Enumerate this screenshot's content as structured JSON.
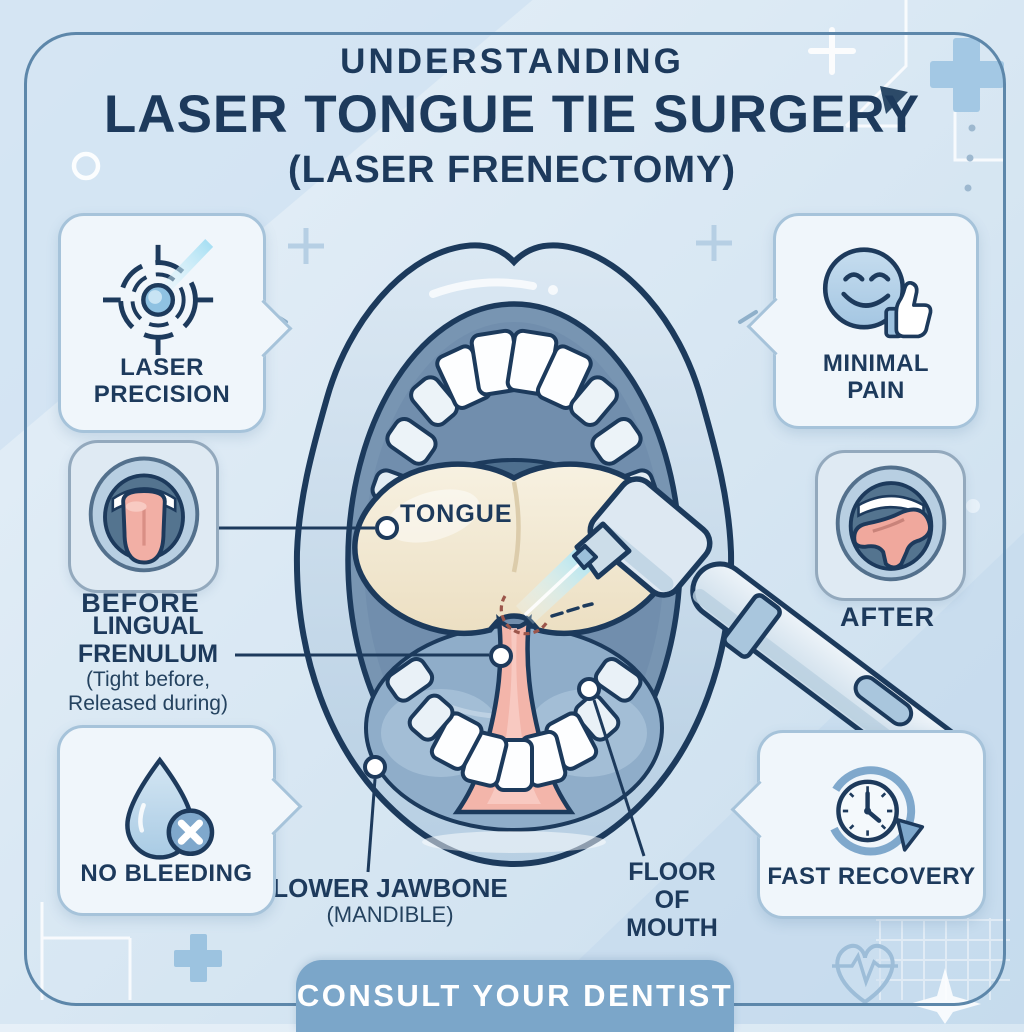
{
  "title": {
    "line1": "UNDERSTANDING",
    "line2": "LASER TONGUE TIE SURGERY",
    "line3": "(LASER FRENECTOMY)"
  },
  "callouts": {
    "laser_precision": {
      "label": "LASER PRECISION",
      "icon": "laser-target"
    },
    "minimal_pain": {
      "label": "MINIMAL PAIN",
      "icon": "smiley-thumbs-up"
    },
    "no_bleeding": {
      "label": "NO BLEEDING",
      "icon": "droplet-crossed"
    },
    "fast_recovery": {
      "label": "FAST RECOVERY",
      "icon": "clock-recovery-arrow"
    },
    "before": {
      "label": "BEFORE",
      "icon": "mouth-tongue-down"
    },
    "after": {
      "label": "AFTER",
      "icon": "mouth-tongue-lifted"
    }
  },
  "anatomy_labels": {
    "tongue": "TONGUE",
    "lingual_frenulum": {
      "title": "LINGUAL FRENULUM",
      "subtitle": "(Tight before, Released during)"
    },
    "lower_jawbone": {
      "title": "LOWER JAWBONE",
      "subtitle": "(MANDIBLE)"
    },
    "floor_of_mouth": "FLOOR OF MOUTH"
  },
  "footer": {
    "banner": "CONSULT YOUR DENTIST"
  },
  "icons": {
    "decorative": [
      "medical-cross",
      "plus-sign",
      "heart-pulse",
      "sparkle",
      "dots",
      "grid"
    ],
    "central": [
      "open-mouth-illustration",
      "laser-handpiece",
      "laser-beam"
    ]
  },
  "colors": {
    "navy_text": "#1d3a5c",
    "background_blue": "#d7e6f3",
    "callout_fill": "#f0f6fb",
    "callout_border": "#a6c3da",
    "banner_blue": "#7ba6c9",
    "tongue_cream": "#f3ecd9",
    "frenulum_pink": "#f3b5aa",
    "laser_cyan": "#bfeef8",
    "lip_blue": "#c7dae9"
  }
}
